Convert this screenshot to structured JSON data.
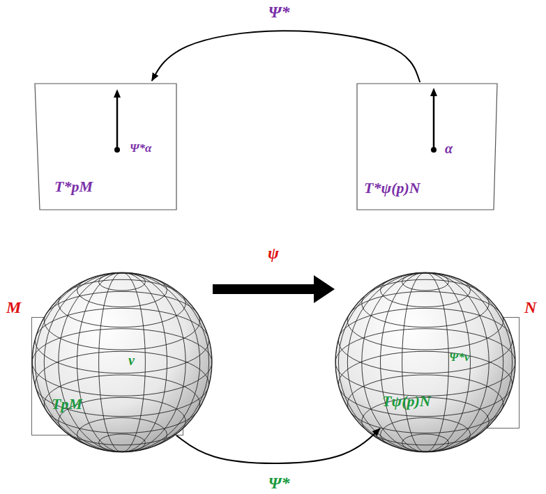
{
  "diagram": {
    "nodes": [
      {
        "text": [
          "Ψ*α",
          "T*pM"
        ]
      },
      {
        "text": [
          "α",
          "T*ψ(p)N"
        ]
      },
      {
        "text": [
          "M"
        ]
      },
      {
        "text": [
          "v",
          "TpM"
        ],
        "in": 2
      },
      {
        "text": [
          "N"
        ]
      },
      {
        "text": [
          "Ψ*v",
          "Tψ(p)N"
        ],
        "in": 4
      }
    ],
    "edges": [
      {
        "from": 1,
        "to": 0,
        "arrow": "to",
        "label": "Ψ*"
      },
      {
        "from": 2,
        "to": 4,
        "arrow": "to",
        "label": "ψ"
      },
      {
        "from": 3,
        "to": 5,
        "arrow": "to",
        "label": "Ψ*"
      }
    ]
  }
}
